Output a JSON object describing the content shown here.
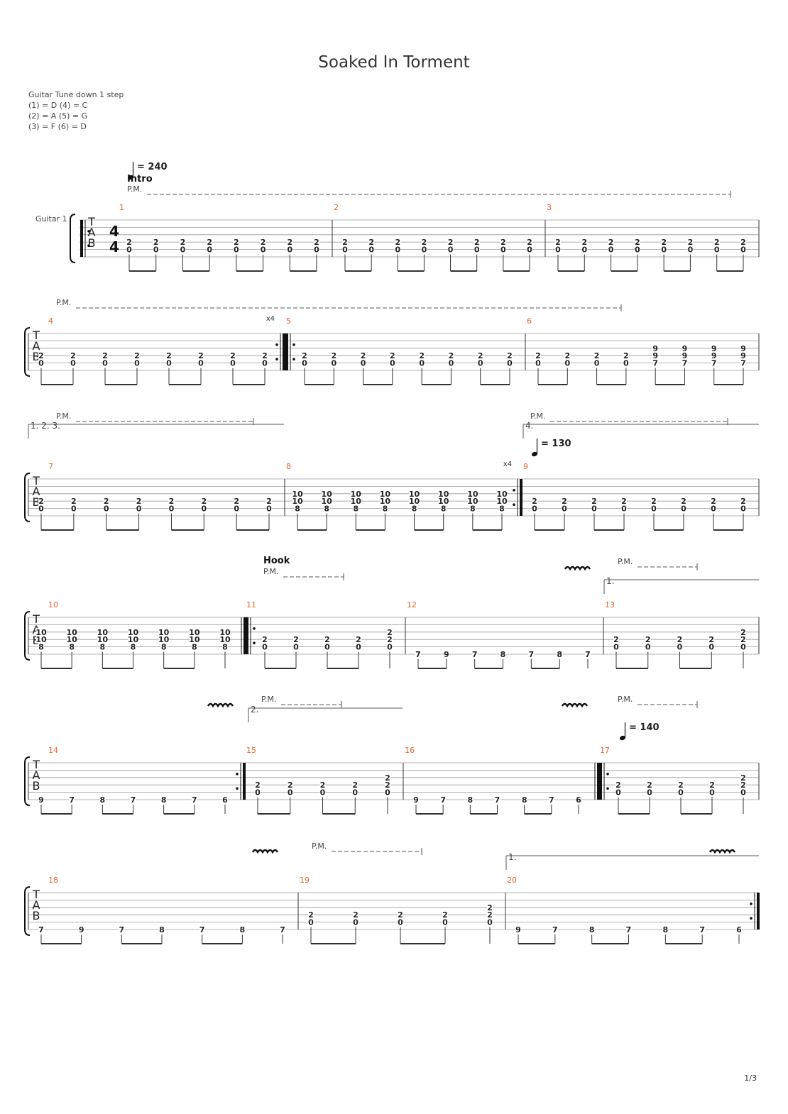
{
  "title": "Soaked In Torment",
  "tuning": {
    "heading": "Guitar Tune down 1 step",
    "lines": [
      "(1) = D (4) = C",
      "(2) = A (5) = G",
      "(3) = F (6) = D"
    ]
  },
  "track_name": "Guitar 1",
  "time_signature": [
    "4",
    "4"
  ],
  "page_number": "1/3",
  "labels": {
    "pm": "P.M.",
    "tab": [
      "T",
      "A",
      "B"
    ]
  },
  "colors": {
    "measure_number": "#e8642c",
    "staff": "#9a9a9a",
    "text": "#222222"
  },
  "systems": [
    {
      "measures": [
        {
          "n": "1",
          "notes": [
            [
              "2",
              "0"
            ],
            [
              "2",
              "0"
            ],
            [
              "2",
              "0"
            ],
            [
              "2",
              "0"
            ],
            [
              "2",
              "0"
            ],
            [
              "2",
              "0"
            ],
            [
              "2",
              "0"
            ],
            [
              "2",
              "0"
            ]
          ],
          "start": "repeat-open"
        },
        {
          "n": "2",
          "notes": [
            [
              "2",
              "0"
            ],
            [
              "2",
              "0"
            ],
            [
              "2",
              "0"
            ],
            [
              "2",
              "0"
            ],
            [
              "2",
              "0"
            ],
            [
              "2",
              "0"
            ],
            [
              "2",
              "0"
            ],
            [
              "2",
              "0"
            ]
          ]
        },
        {
          "n": "3",
          "notes": [
            [
              "2",
              "0"
            ],
            [
              "2",
              "0"
            ],
            [
              "2",
              "0"
            ],
            [
              "2",
              "0"
            ],
            [
              "2",
              "0"
            ],
            [
              "2",
              "0"
            ],
            [
              "2",
              "0"
            ],
            [
              "2",
              "0"
            ]
          ]
        }
      ],
      "tempo": "= 240",
      "section": "Intro"
    },
    {
      "measures": [
        {
          "n": "4",
          "notes": [
            [
              "2",
              "0"
            ],
            [
              "2",
              "0"
            ],
            [
              "2",
              "0"
            ],
            [
              "2",
              "0"
            ],
            [
              "2",
              "0"
            ],
            [
              "2",
              "0"
            ],
            [
              "2",
              "0"
            ],
            [
              "2",
              "0"
            ]
          ],
          "end": "repeat-close",
          "repeat_count": "x4"
        },
        {
          "n": "5",
          "notes": [
            [
              "2",
              "0"
            ],
            [
              "2",
              "0"
            ],
            [
              "2",
              "0"
            ],
            [
              "2",
              "0"
            ],
            [
              "2",
              "0"
            ],
            [
              "2",
              "0"
            ],
            [
              "2",
              "0"
            ],
            [
              "2",
              "0"
            ]
          ],
          "start": "repeat-open"
        },
        {
          "n": "6",
          "notes": [
            [
              "2",
              "0"
            ],
            [
              "2",
              "0"
            ],
            [
              "2",
              "0"
            ],
            [
              "2",
              "0"
            ],
            [
              "9",
              "9",
              "7"
            ],
            [
              "9",
              "9",
              "7"
            ],
            [
              "9",
              "9",
              "7"
            ],
            [
              "9",
              "9",
              "7"
            ]
          ]
        }
      ]
    },
    {
      "measures": [
        {
          "n": "7",
          "notes": [
            [
              "2",
              "0"
            ],
            [
              "2",
              "0"
            ],
            [
              "2",
              "0"
            ],
            [
              "2",
              "0"
            ],
            [
              "2",
              "0"
            ],
            [
              "2",
              "0"
            ],
            [
              "2",
              "0"
            ],
            [
              "2",
              "0"
            ]
          ]
        },
        {
          "n": "8",
          "notes": [
            [
              "10",
              "10",
              "8"
            ],
            [
              "10",
              "10",
              "8"
            ],
            [
              "10",
              "10",
              "8"
            ],
            [
              "10",
              "10",
              "8"
            ],
            [
              "10",
              "10",
              "8"
            ],
            [
              "10",
              "10",
              "8"
            ],
            [
              "10",
              "10",
              "8"
            ],
            [
              "10",
              "10",
              "8"
            ]
          ],
          "end": "repeat-close",
          "repeat_count": "x4"
        },
        {
          "n": "9",
          "notes": [
            [
              "2",
              "0"
            ],
            [
              "2",
              "0"
            ],
            [
              "2",
              "0"
            ],
            [
              "2",
              "0"
            ],
            [
              "2",
              "0"
            ],
            [
              "2",
              "0"
            ],
            [
              "2",
              "0"
            ],
            [
              "2",
              "0"
            ]
          ]
        }
      ],
      "endings": [
        "1. 2. 3.",
        "4."
      ],
      "tempo": "= 130"
    },
    {
      "measures": [
        {
          "n": "10",
          "notes": [
            [
              "10",
              "10",
              "8"
            ],
            [
              "10",
              "10",
              "8"
            ],
            [
              "10",
              "10",
              "8"
            ],
            [
              "10",
              "10",
              "8"
            ],
            [
              "10",
              "10",
              "8"
            ],
            [
              "10",
              "10",
              "8"
            ],
            [
              "10",
              "10",
              "8"
            ]
          ],
          "end": "double"
        },
        {
          "n": "11",
          "notes": [
            [
              "2",
              "0"
            ],
            [
              "2",
              "0"
            ],
            [
              "2",
              "0"
            ],
            [
              "2",
              "0"
            ],
            [
              "2",
              "2",
              "0"
            ]
          ],
          "start": "repeat-open"
        },
        {
          "n": "12",
          "notes": [
            [
              "7"
            ],
            [
              "9"
            ],
            [
              "7"
            ],
            [
              "8"
            ],
            [
              "7"
            ],
            [
              "8"
            ],
            [
              "7"
            ]
          ]
        },
        {
          "n": "13",
          "notes": [
            [
              "2",
              "0"
            ],
            [
              "2",
              "0"
            ],
            [
              "2",
              "0"
            ],
            [
              "2",
              "0"
            ],
            [
              "2",
              "2",
              "0"
            ]
          ]
        }
      ],
      "section": "Hook",
      "endings": [
        "1."
      ]
    },
    {
      "measures": [
        {
          "n": "14",
          "notes": [
            [
              "9"
            ],
            [
              "7"
            ],
            [
              "8"
            ],
            [
              "7"
            ],
            [
              "8"
            ],
            [
              "7"
            ],
            [
              "6"
            ]
          ],
          "end": "repeat-close"
        },
        {
          "n": "15",
          "notes": [
            [
              "2",
              "0"
            ],
            [
              "2",
              "0"
            ],
            [
              "2",
              "0"
            ],
            [
              "2",
              "0"
            ],
            [
              "2",
              "2",
              "0"
            ]
          ]
        },
        {
          "n": "16",
          "notes": [
            [
              "9"
            ],
            [
              "7"
            ],
            [
              "8"
            ],
            [
              "7"
            ],
            [
              "8"
            ],
            [
              "7"
            ],
            [
              "6"
            ]
          ],
          "end": "double"
        },
        {
          "n": "17",
          "notes": [
            [
              "2",
              "0"
            ],
            [
              "2",
              "0"
            ],
            [
              "2",
              "0"
            ],
            [
              "2",
              "0"
            ],
            [
              "2",
              "2",
              "0"
            ]
          ],
          "start": "repeat-open"
        }
      ],
      "endings": [
        "2."
      ],
      "tempo": "= 140"
    },
    {
      "measures": [
        {
          "n": "18",
          "notes": [
            [
              "7"
            ],
            [
              "9"
            ],
            [
              "7"
            ],
            [
              "8"
            ],
            [
              "7"
            ],
            [
              "8"
            ],
            [
              "7"
            ]
          ]
        },
        {
          "n": "19",
          "notes": [
            [
              "2",
              "0"
            ],
            [
              "2",
              "0"
            ],
            [
              "2",
              "0"
            ],
            [
              "2",
              "0"
            ],
            [
              "2",
              "2",
              "0"
            ]
          ]
        },
        {
          "n": "20",
          "notes": [
            [
              "9"
            ],
            [
              "7"
            ],
            [
              "8"
            ],
            [
              "7"
            ],
            [
              "8"
            ],
            [
              "7"
            ],
            [
              "6"
            ]
          ],
          "end": "repeat-close-final"
        }
      ],
      "endings": [
        "1."
      ]
    }
  ]
}
